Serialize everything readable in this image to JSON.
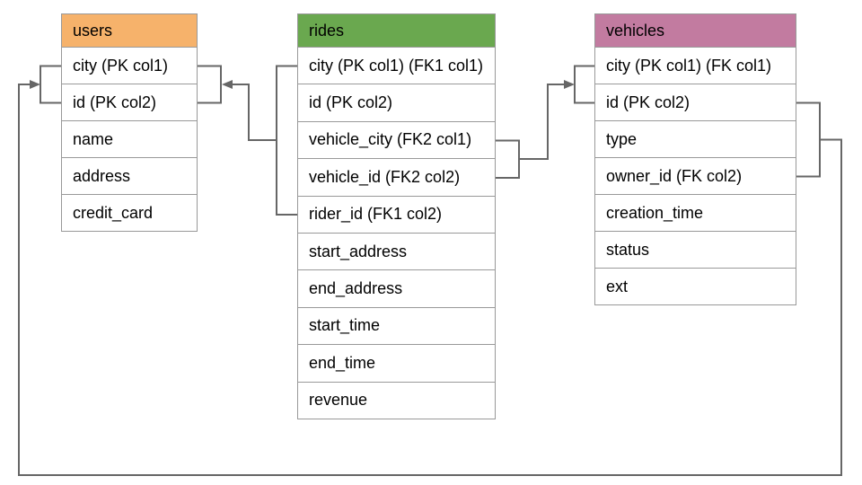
{
  "tables": [
    {
      "name": "users",
      "header_color": "#F6B26B",
      "columns": [
        "city (PK col1)",
        "id (PK col2)",
        "name",
        "address",
        "credit_card"
      ]
    },
    {
      "name": "rides",
      "header_color": "#6AA84F",
      "columns": [
        "city (PK col1) (FK1 col1)",
        "id (PK col2)",
        "vehicle_city (FK2 col1)",
        "vehicle_id (FK2 col2)",
        "rider_id (FK1 col2)",
        "start_address",
        "end_address",
        "start_time",
        "end_time",
        "revenue"
      ]
    },
    {
      "name": "vehicles",
      "header_color": "#C27BA0",
      "columns": [
        "city (PK col1) (FK col1)",
        "id (PK col2)",
        "type",
        "owner_id (FK col2)",
        "creation_time",
        "status",
        "ext"
      ]
    }
  ],
  "relationships": [
    {
      "name": "FK1",
      "from_table": "rides",
      "from_rows": [
        "city (PK col1) (FK1 col1)",
        "rider_id (FK1 col2)"
      ],
      "to_table": "users",
      "to_rows": [
        "city (PK col1)",
        "id (PK col2)"
      ]
    },
    {
      "name": "FK2",
      "from_table": "rides",
      "from_rows": [
        "vehicle_city (FK2 col1)",
        "vehicle_id (FK2 col2)"
      ],
      "to_table": "vehicles",
      "to_rows": [
        "city (PK col1) (FK col1)",
        "id (PK col2)"
      ]
    },
    {
      "name": "FK",
      "from_table": "vehicles",
      "from_rows": [
        "id (PK col2)",
        "owner_id (FK col2)"
      ],
      "to_table": "users",
      "to_rows": [
        "city (PK col1)",
        "id (PK col2)"
      ]
    }
  ],
  "colors": {
    "connector": "#666666",
    "table_border": "#999999",
    "background": "#FFFFFF",
    "text": "#000000"
  }
}
